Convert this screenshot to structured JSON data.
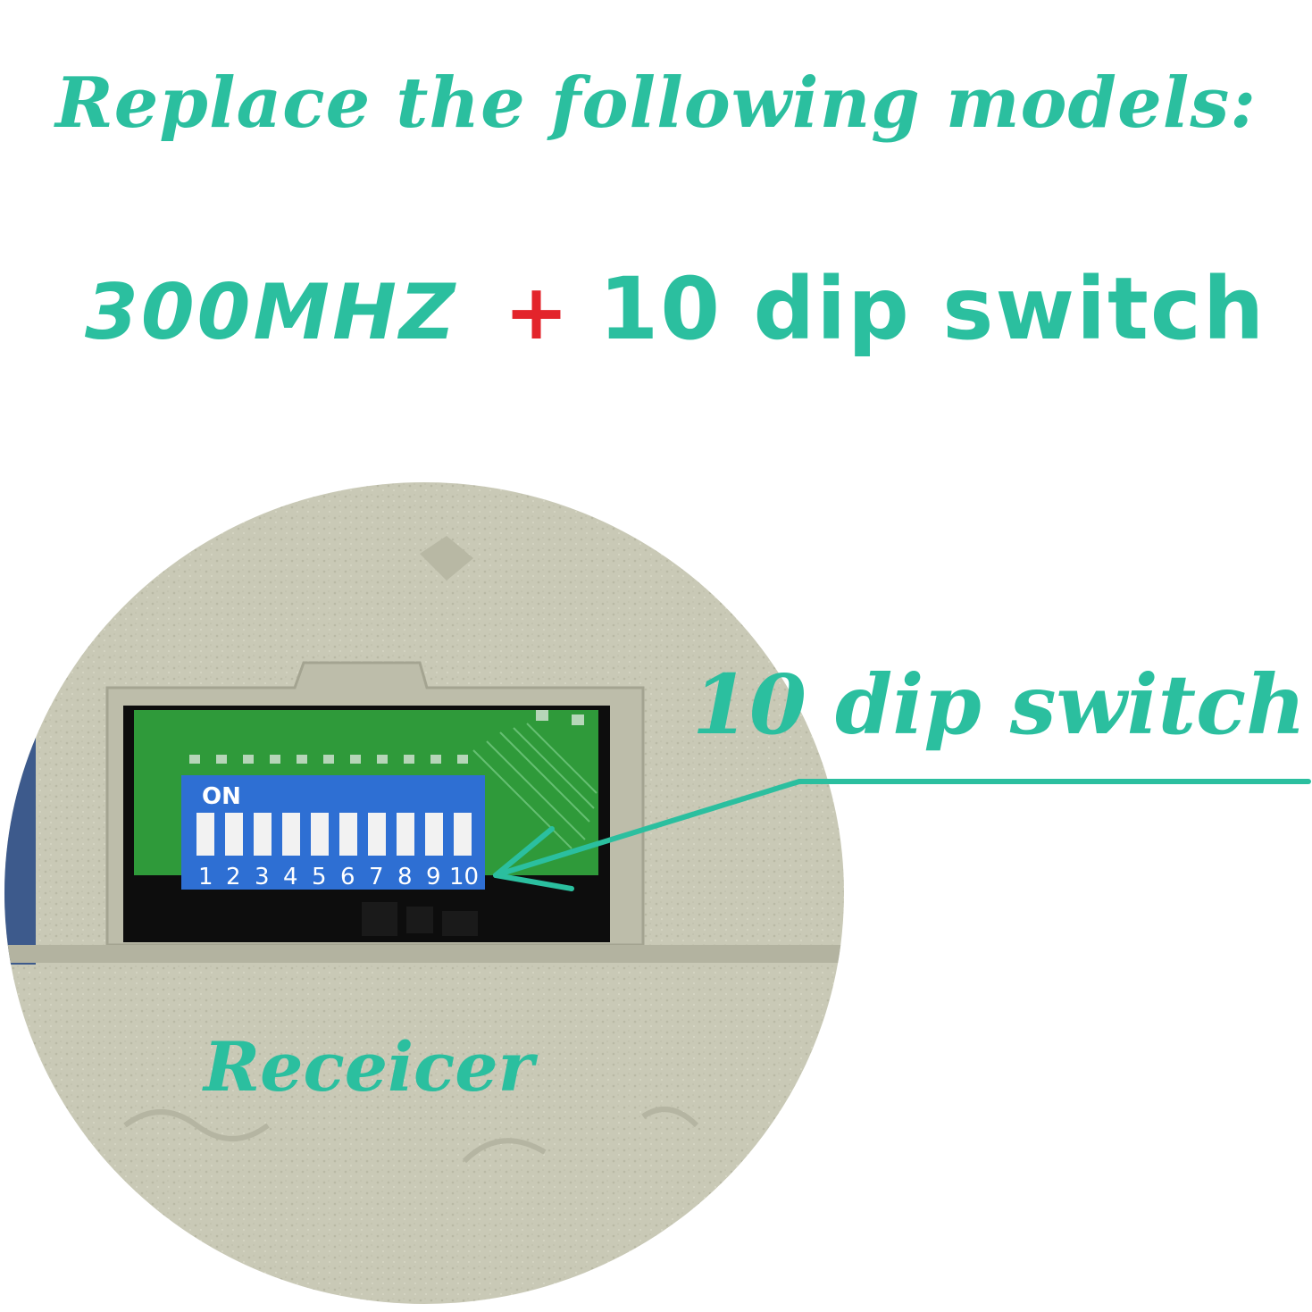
{
  "headline": "Replace the following models:",
  "spec": {
    "frequency": "300MHZ",
    "plus": "+",
    "dip": "10 dip switch"
  },
  "callout": "10 dip switch",
  "receiver_label": "Receicer",
  "switch": {
    "on_label": "ON",
    "numbers": [
      "1",
      "2",
      "3",
      "4",
      "5",
      "6",
      "7",
      "8",
      "9",
      "10"
    ]
  },
  "colors": {
    "teal": "#2bbf9f",
    "red": "#e3242b",
    "housing": "#c7c7b4",
    "pcb": "#2f9a3a",
    "dip_blue": "#2e6fd3"
  }
}
